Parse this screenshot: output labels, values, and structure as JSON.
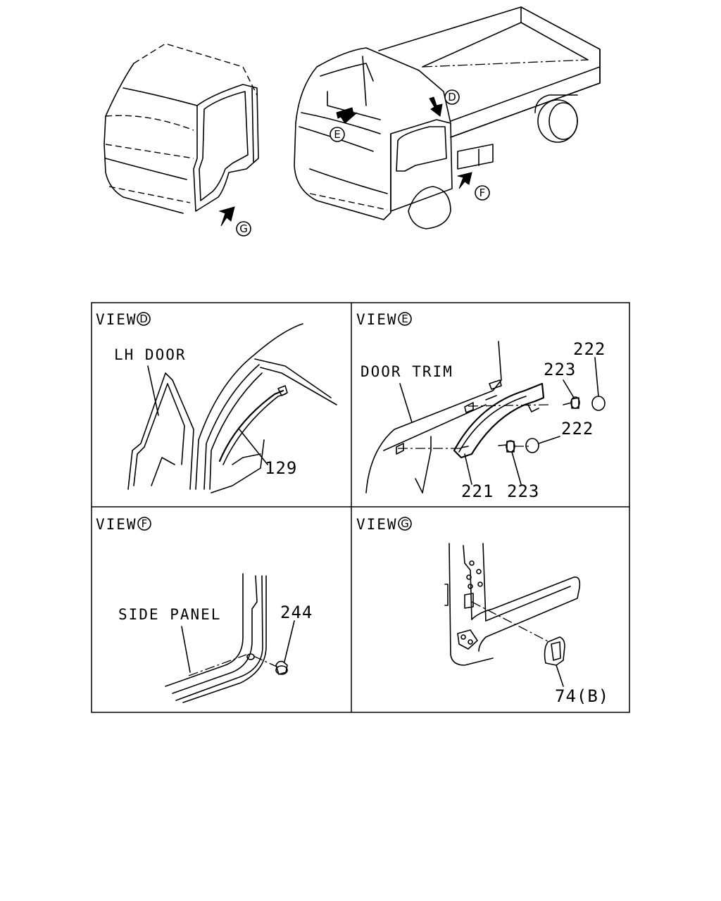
{
  "overview": {
    "arrow_labels": {
      "d": "D",
      "e": "E",
      "f": "F",
      "g": "G"
    }
  },
  "panels": {
    "view_d": {
      "title": "VIEW",
      "letter": "D",
      "labels": {
        "door": "LH DOOR"
      },
      "parts": {
        "p129": "129"
      }
    },
    "view_e": {
      "title": "VIEW",
      "letter": "E",
      "labels": {
        "trim": "DOOR TRIM"
      },
      "parts": {
        "p222a": "222",
        "p223a": "223",
        "p222b": "222",
        "p221": "221",
        "p223b": "223"
      }
    },
    "view_f": {
      "title": "VIEW",
      "letter": "F",
      "labels": {
        "panel": "SIDE PANEL"
      },
      "parts": {
        "p244": "244"
      }
    },
    "view_g": {
      "title": "VIEW",
      "letter": "G",
      "parts": {
        "p74b": "74(B)"
      }
    }
  }
}
